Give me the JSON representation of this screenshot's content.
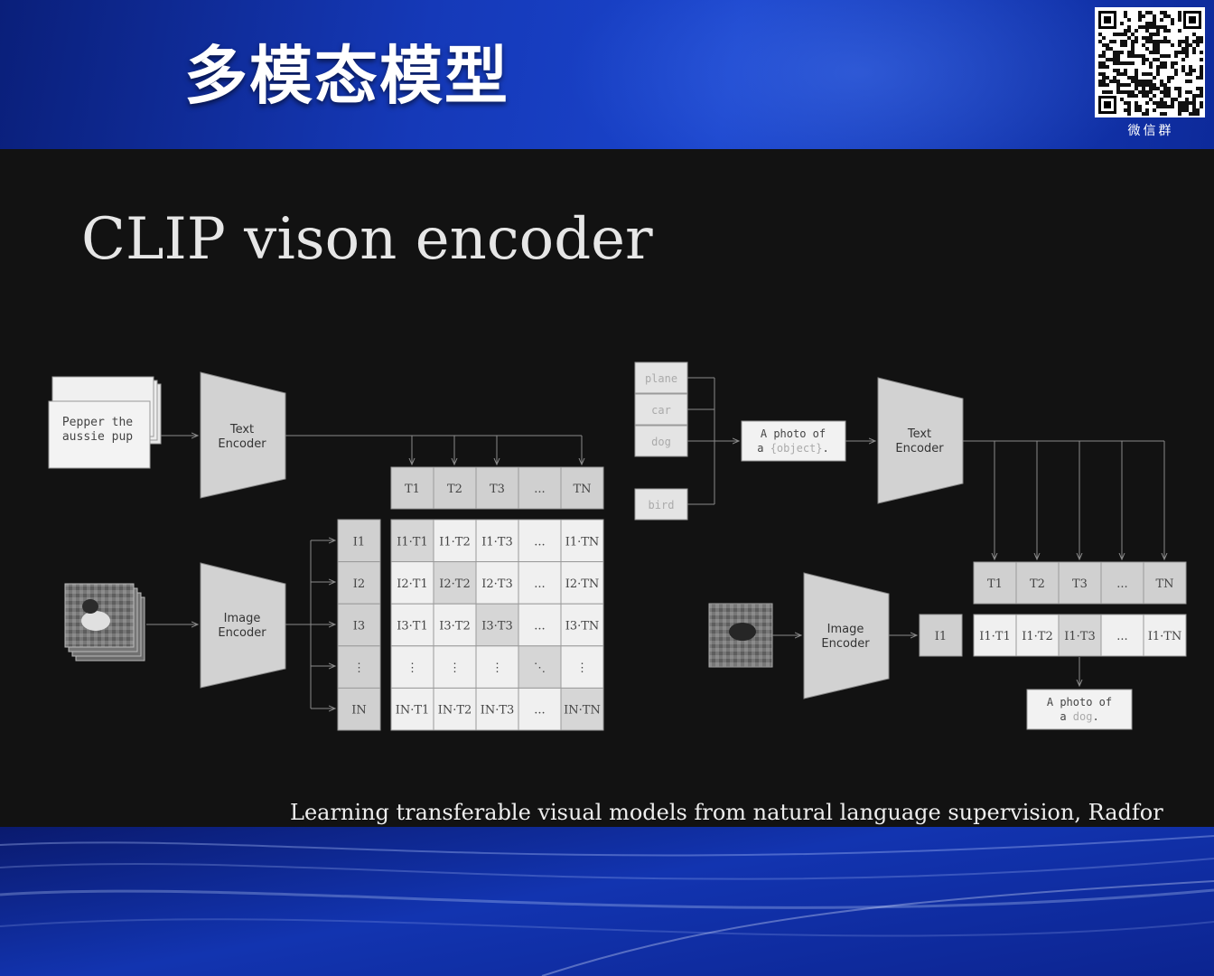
{
  "banner": {
    "title": "多模态模型",
    "qr_label": "微信群"
  },
  "slide": {
    "title": "CLIP vison encoder",
    "citation": "Learning transferable visual models from natural language supervision, Radfor"
  },
  "diagram": {
    "left": {
      "text_input": [
        "Pepper the",
        "aussie pup"
      ],
      "text_encoder": [
        "Text",
        "Encoder"
      ],
      "image_encoder": [
        "Image",
        "Encoder"
      ],
      "t_row": [
        "T1",
        "T2",
        "T3",
        "...",
        "TN"
      ],
      "i_col": [
        "I1",
        "I2",
        "I3",
        "⋮",
        "IN"
      ],
      "matrix": [
        [
          "I1·T1",
          "I1·T2",
          "I1·T3",
          "...",
          "I1·TN"
        ],
        [
          "I2·T1",
          "I2·T2",
          "I2·T3",
          "...",
          "I2·TN"
        ],
        [
          "I3·T1",
          "I3·T2",
          "I3·T3",
          "...",
          "I3·TN"
        ],
        [
          "⋮",
          "⋮",
          "⋮",
          "⋱",
          "⋮"
        ],
        [
          "IN·T1",
          "IN·T2",
          "IN·T3",
          "...",
          "IN·TN"
        ]
      ]
    },
    "right": {
      "labels": [
        "plane",
        "car",
        "dog",
        "bird"
      ],
      "template": [
        "A photo of",
        "a {object}."
      ],
      "text_encoder": [
        "Text",
        "Encoder"
      ],
      "image_encoder": [
        "Image",
        "Encoder"
      ],
      "t_row": [
        "T1",
        "T2",
        "T3",
        "...",
        "TN"
      ],
      "i_cell": "I1",
      "scores": [
        "I1·T1",
        "I1·T2",
        "I1·T3",
        "...",
        "I1·TN"
      ],
      "output": [
        "A photo of",
        "a dog."
      ]
    }
  }
}
